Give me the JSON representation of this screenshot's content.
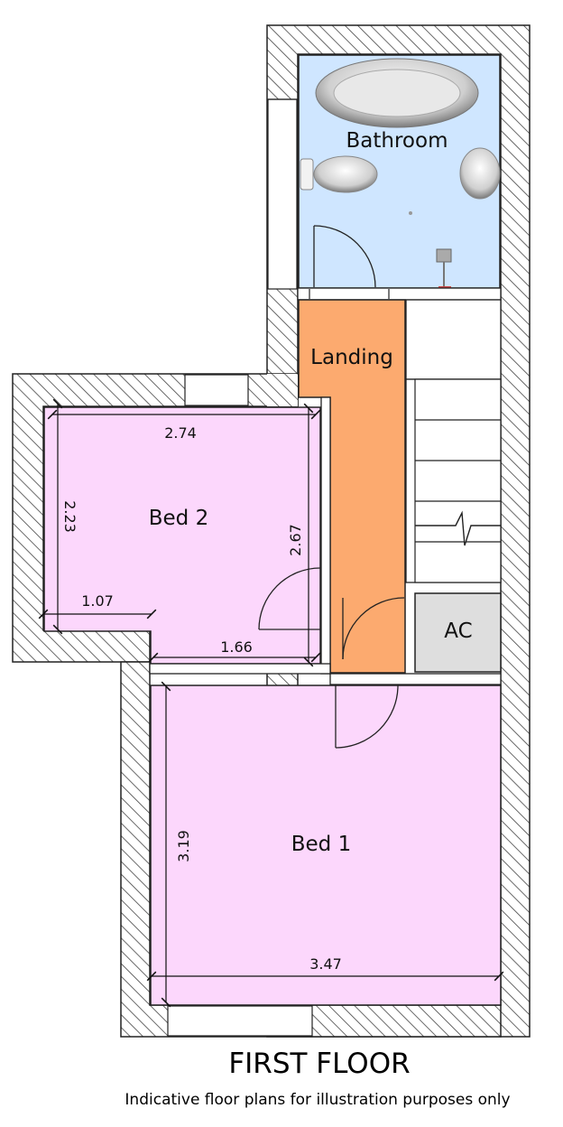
{
  "rooms": {
    "bathroom": "Bathroom",
    "landing": "Landing",
    "bed2": "Bed 2",
    "ac": "AC",
    "bed1": "Bed 1"
  },
  "dimensions": {
    "bed2_width": "2.74",
    "bed2_height": "2.23",
    "bed2_lower": "1.07",
    "bed2_right": "2.67",
    "bed2_bottom": "1.66",
    "bed1_height": "3.19",
    "bed1_width": "3.47"
  },
  "footer": {
    "title": "FIRST FLOOR",
    "caption": "Indicative floor plans for illustration purposes only"
  },
  "colors": {
    "bathroom_fill": "#cfe6ff",
    "landing_fill": "#fcaa6f",
    "bedroom_fill": "#fcd7fc",
    "ac_fill": "#dedede",
    "wall_hatch": "#333333"
  }
}
